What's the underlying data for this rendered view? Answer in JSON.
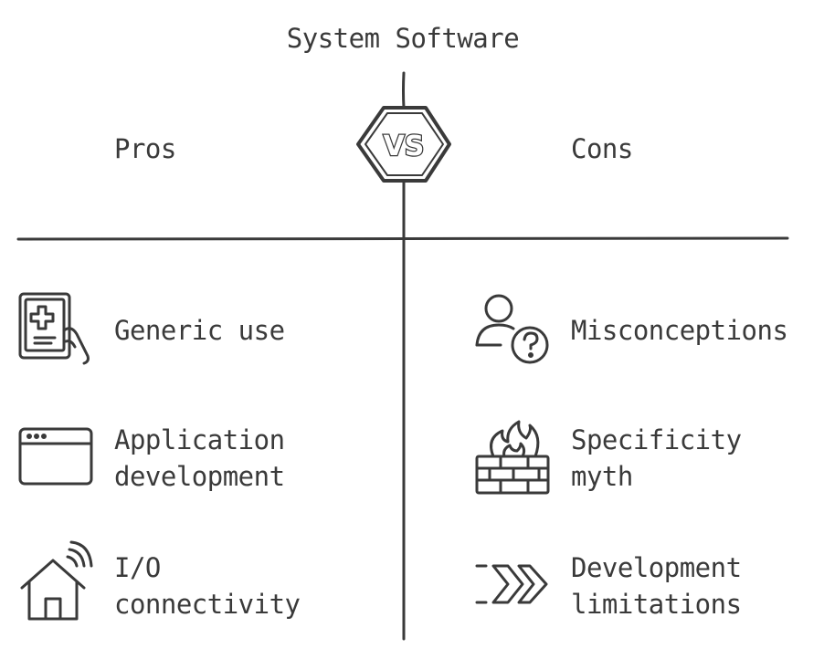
{
  "title": "System Software",
  "vs_label": "VS",
  "pros": {
    "heading": "Pros",
    "items": [
      {
        "icon": "tablet-medical-icon",
        "lines": [
          "Generic use"
        ]
      },
      {
        "icon": "browser-window-icon",
        "lines": [
          "Application",
          "development"
        ]
      },
      {
        "icon": "smart-home-icon",
        "lines": [
          "I/O",
          "connectivity"
        ]
      }
    ]
  },
  "cons": {
    "heading": "Cons",
    "items": [
      {
        "icon": "user-question-icon",
        "lines": [
          "Misconceptions"
        ]
      },
      {
        "icon": "firewall-icon",
        "lines": [
          "Specificity",
          "myth"
        ]
      },
      {
        "icon": "fast-forward-chevrons-icon",
        "lines": [
          "Development",
          "limitations"
        ]
      }
    ]
  },
  "colors": {
    "ink": "#3a3a3a",
    "background": "#ffffff"
  }
}
